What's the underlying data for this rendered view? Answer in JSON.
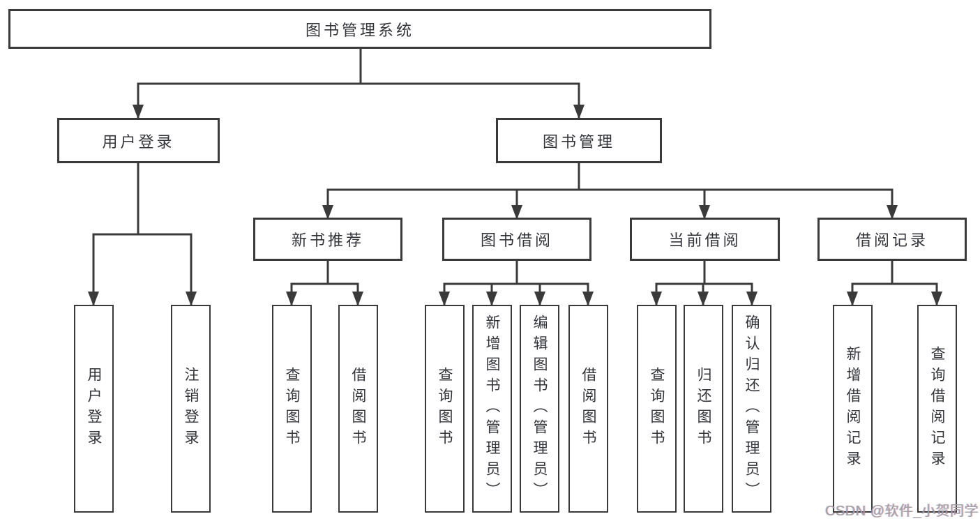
{
  "tree": {
    "label": "图书管理系统",
    "children": [
      {
        "label": "用户登录",
        "children": [
          {
            "label": "用户登录"
          },
          {
            "label": "注销登录"
          }
        ]
      },
      {
        "label": "图书管理",
        "children": [
          {
            "label": "新书推荐",
            "children": [
              {
                "label": "查询图书"
              },
              {
                "label": "借阅图书"
              }
            ]
          },
          {
            "label": "图书借阅",
            "children": [
              {
                "label": "查询图书"
              },
              {
                "label": "新增图书（管理员）"
              },
              {
                "label": "编辑图书（管理员）"
              },
              {
                "label": "借阅图书"
              }
            ]
          },
          {
            "label": "当前借阅",
            "children": [
              {
                "label": "查询图书"
              },
              {
                "label": "归还图书"
              },
              {
                "label": "确认归还（管理员）"
              }
            ]
          },
          {
            "label": "借阅记录",
            "children": [
              {
                "label": "新增借阅记录"
              },
              {
                "label": "查询借阅记录"
              }
            ]
          }
        ]
      }
    ]
  },
  "watermark": {
    "text": "CSDN @软件_小贺同学"
  },
  "colors": {
    "line": "#3a3a3a",
    "box_border": "#3a3a3a",
    "text": "#33343a",
    "background": "#ffffff",
    "watermark": "#9e9ea0"
  }
}
